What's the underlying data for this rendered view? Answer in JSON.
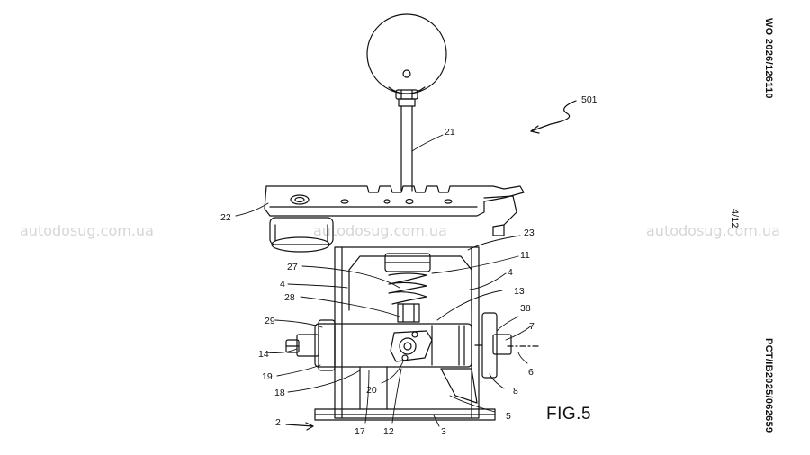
{
  "header": {
    "publication_number": "WO 2026/126110",
    "application_number": "PCT/IB2025/062659",
    "sheet": "4/12"
  },
  "figure_label": "FIG.5",
  "watermark_text": "autodosug.com.ua",
  "reference_numerals": {
    "r501": "501",
    "r21": "21",
    "r22": "22",
    "r23": "23",
    "r11": "11",
    "r27": "27",
    "r4a": "4",
    "r4b": "4",
    "r13": "13",
    "r28": "28",
    "r38": "38",
    "r7": "7",
    "r29": "29",
    "r14": "14",
    "r6": "6",
    "r19": "19",
    "r8": "8",
    "r18": "18",
    "r20": "20",
    "r5": "5",
    "r2": "2",
    "r17": "17",
    "r12": "12",
    "r3": "3"
  }
}
